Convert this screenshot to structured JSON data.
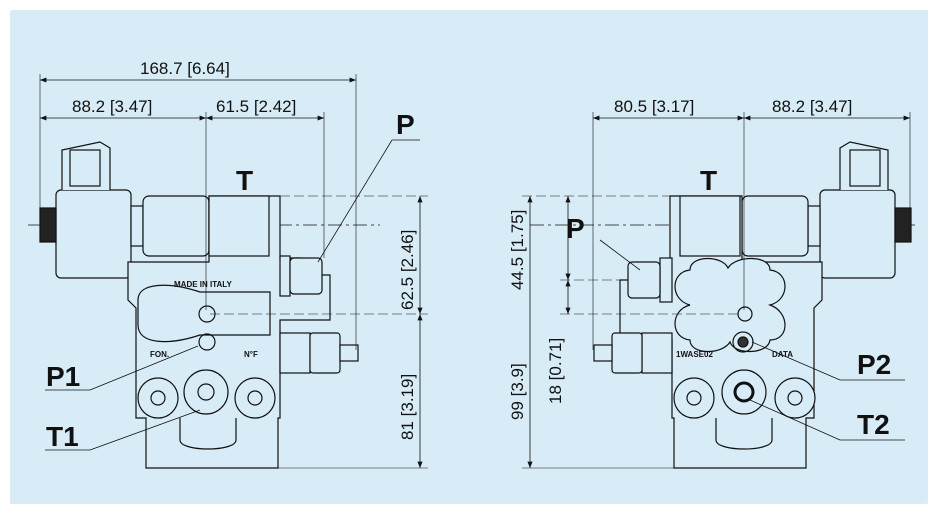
{
  "dimensions": {
    "overall_width": "168.7",
    "overall_width_in": "6.64",
    "left_width": "88.2",
    "left_width_in": "3.47",
    "port_offset": "61.5",
    "port_offset_in": "2.42",
    "right_view_offset": "80.5",
    "right_view_offset_in": "3.17",
    "right_view_width": "88.2",
    "right_view_width_in": "3.47",
    "upper_height": "62.5",
    "upper_height_in": "2.46",
    "lower_height": "81",
    "lower_height_in": "3.19",
    "p_height": "44.5",
    "p_height_in": "1.75",
    "total_height": "99",
    "total_height_in": "3.9",
    "p2_offset": "18",
    "p2_offset_in": "0.71"
  },
  "ports": {
    "t_left": "T",
    "t_right": "T",
    "p_left": "P",
    "p_right": "P",
    "p1": "P1",
    "t1": "T1",
    "p2": "P2",
    "t2": "T2"
  },
  "markings": {
    "made_in": "MADE IN ITALY",
    "fon": "FON.",
    "nf": "N°F",
    "model": "1WASE02",
    "data": "DATA"
  },
  "colors": {
    "background": "#d8ecf8",
    "line": "#111111"
  }
}
